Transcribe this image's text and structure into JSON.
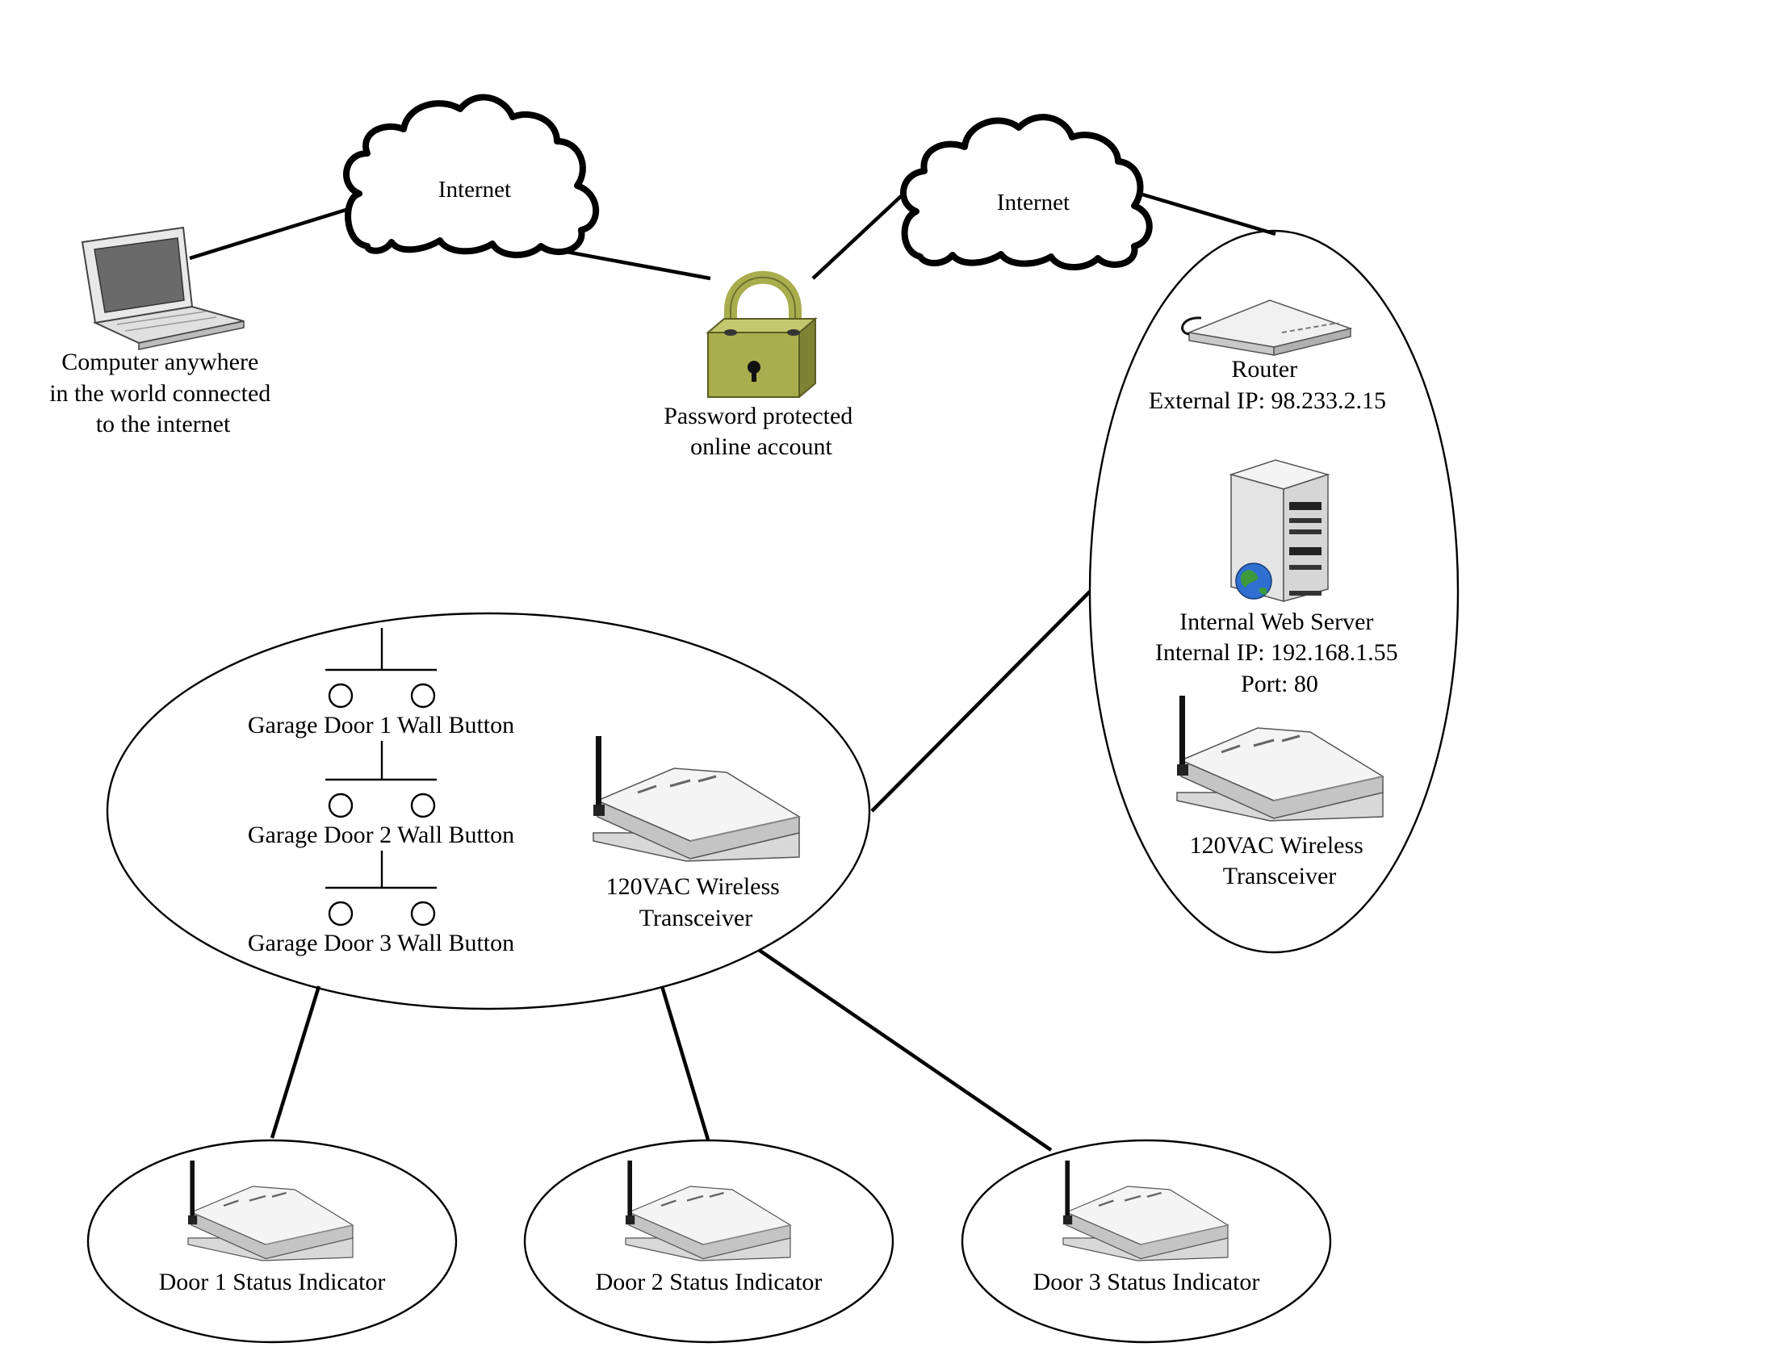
{
  "clouds": {
    "left": "Internet",
    "right": "Internet"
  },
  "laptop": {
    "icon": "laptop-icon",
    "label_lines": [
      "Computer anywhere",
      "in the world connected",
      "to the internet"
    ]
  },
  "account": {
    "icon": "padlock-icon",
    "label_lines": [
      "Password protected",
      "online account"
    ],
    "color": "#a9ad4d"
  },
  "home_network": {
    "router": {
      "icon": "router-icon",
      "label_lines": [
        "Router",
        "External IP: 98.233.2.15"
      ]
    },
    "server": {
      "icon": "web-server-icon",
      "label_lines": [
        "Internal Web Server",
        "Internal IP: 192.168.1.55",
        "Port: 80"
      ]
    },
    "transceiver": {
      "icon": "wireless-transceiver-icon",
      "label_lines": [
        "120VAC Wireless",
        "Transceiver"
      ]
    }
  },
  "garage_group": {
    "buttons": [
      "Garage Door 1 Wall Button",
      "Garage Door 2 Wall Button",
      "Garage Door 3 Wall Button"
    ],
    "transceiver": {
      "icon": "wireless-transceiver-icon",
      "label_lines": [
        "120VAC Wireless",
        "Transceiver"
      ]
    }
  },
  "indicators": [
    "Door 1 Status Indicator",
    "Door 2 Status Indicator",
    "Door 3 Status Indicator"
  ]
}
